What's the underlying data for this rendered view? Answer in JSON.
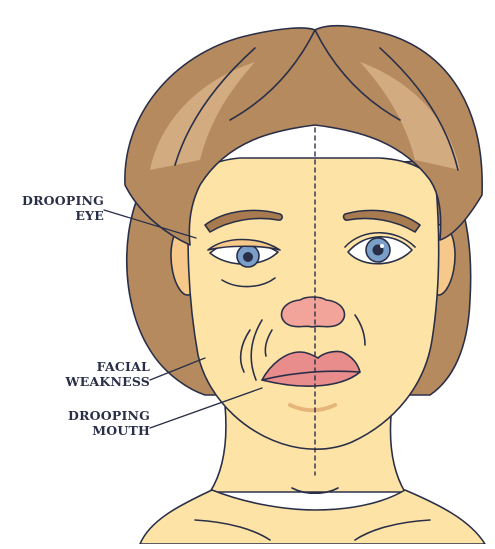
{
  "labels": {
    "drooping_eye": [
      "DROOPING",
      "EYE"
    ],
    "facial_weakness": [
      "FACIAL",
      "WEAKNESS"
    ],
    "drooping_mouth": [
      "DROOPING",
      "MOUTH"
    ]
  },
  "colors": {
    "hair": "#b58a5f",
    "hair_light": "#d2ab80",
    "hair_dark": "#8c6440",
    "skin": "#fde3a6",
    "skin_shadow": "#f6c98b",
    "lips": "#e88c8c",
    "nose": "#f2a49a",
    "iris": "#7a9fc8",
    "brow": "#a77a4f",
    "outline": "#2a2f48"
  }
}
